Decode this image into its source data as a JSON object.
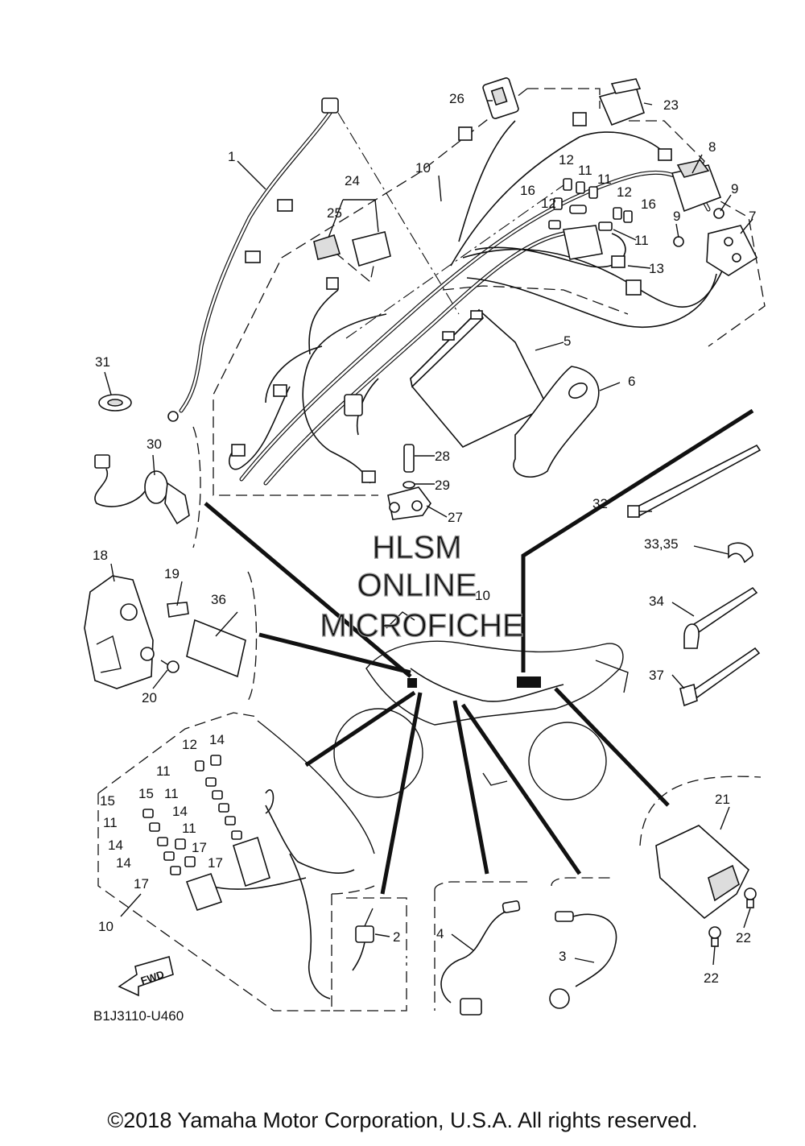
{
  "diagram_code": "B1J3110-U460",
  "copyright": "©2018 Yamaha Motor Corporation, U.S.A. All rights reserved.",
  "watermark": [
    "HLSM",
    "ONLINE",
    "MICROFICHE"
  ],
  "fwd_label": "FWD",
  "callouts": {
    "c1": "1",
    "c2": "2",
    "c3": "3",
    "c4": "4",
    "c5": "5",
    "c6": "6",
    "c7": "7",
    "c8": "8",
    "c9a": "9",
    "c9b": "9",
    "c10a": "10",
    "c10b": "10",
    "c10c": "10",
    "c11a": "11",
    "c11b": "11",
    "c11c": "11",
    "c11d": "11",
    "c11e": "11",
    "c11f": "11",
    "c11g": "11",
    "c12a": "12",
    "c12b": "12",
    "c12c": "12",
    "c12d": "12",
    "c13": "13",
    "c14a": "14",
    "c14b": "14",
    "c14c": "14",
    "c14d": "14",
    "c15a": "15",
    "c15b": "15",
    "c16a": "16",
    "c16b": "16",
    "c17a": "17",
    "c17b": "17",
    "c17c": "17",
    "c18": "18",
    "c19": "19",
    "c20": "20",
    "c21": "21",
    "c22a": "22",
    "c22b": "22",
    "c23": "23",
    "c24": "24",
    "c25": "25",
    "c26": "26",
    "c27": "27",
    "c28": "28",
    "c29": "29",
    "c30": "30",
    "c31": "31",
    "c32": "32",
    "c3335": "33,35",
    "c34": "34",
    "c36": "36",
    "c37": "37"
  }
}
